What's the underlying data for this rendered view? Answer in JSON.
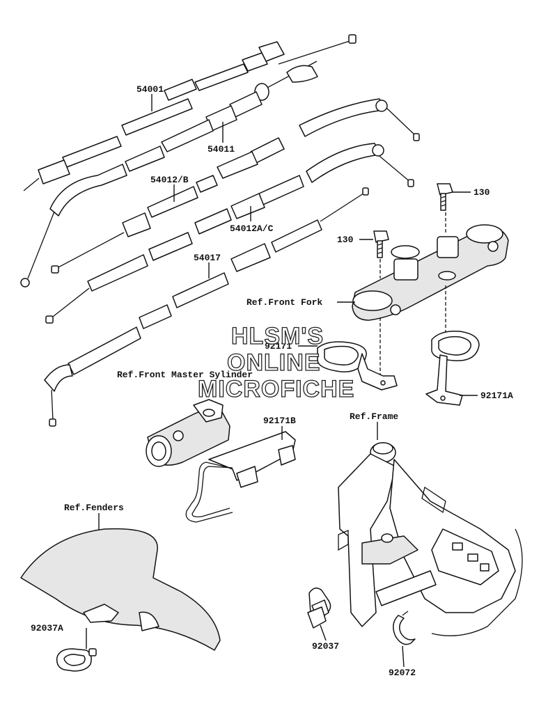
{
  "part_numbers": {
    "p54001": "54001",
    "p54011": "54011",
    "p54012b": "54012/B",
    "p54012ac": "54012A/C",
    "p54017": "54017",
    "p130a": "130",
    "p130b": "130",
    "p92171": "92171",
    "p92171a": "92171A",
    "p92171b": "92171B",
    "p92037a": "92037A",
    "p92037": "92037",
    "p92072": "92072"
  },
  "references": {
    "front_fork": "Ref.Front Fork",
    "front_master_cylinder": "Ref.Front Master Sylinder",
    "frame": "Ref.Frame",
    "fenders": "Ref.Fenders"
  },
  "watermark": {
    "line1": "HLSM'S",
    "line2": "ONLINE",
    "line3": "MICROFICHE"
  }
}
